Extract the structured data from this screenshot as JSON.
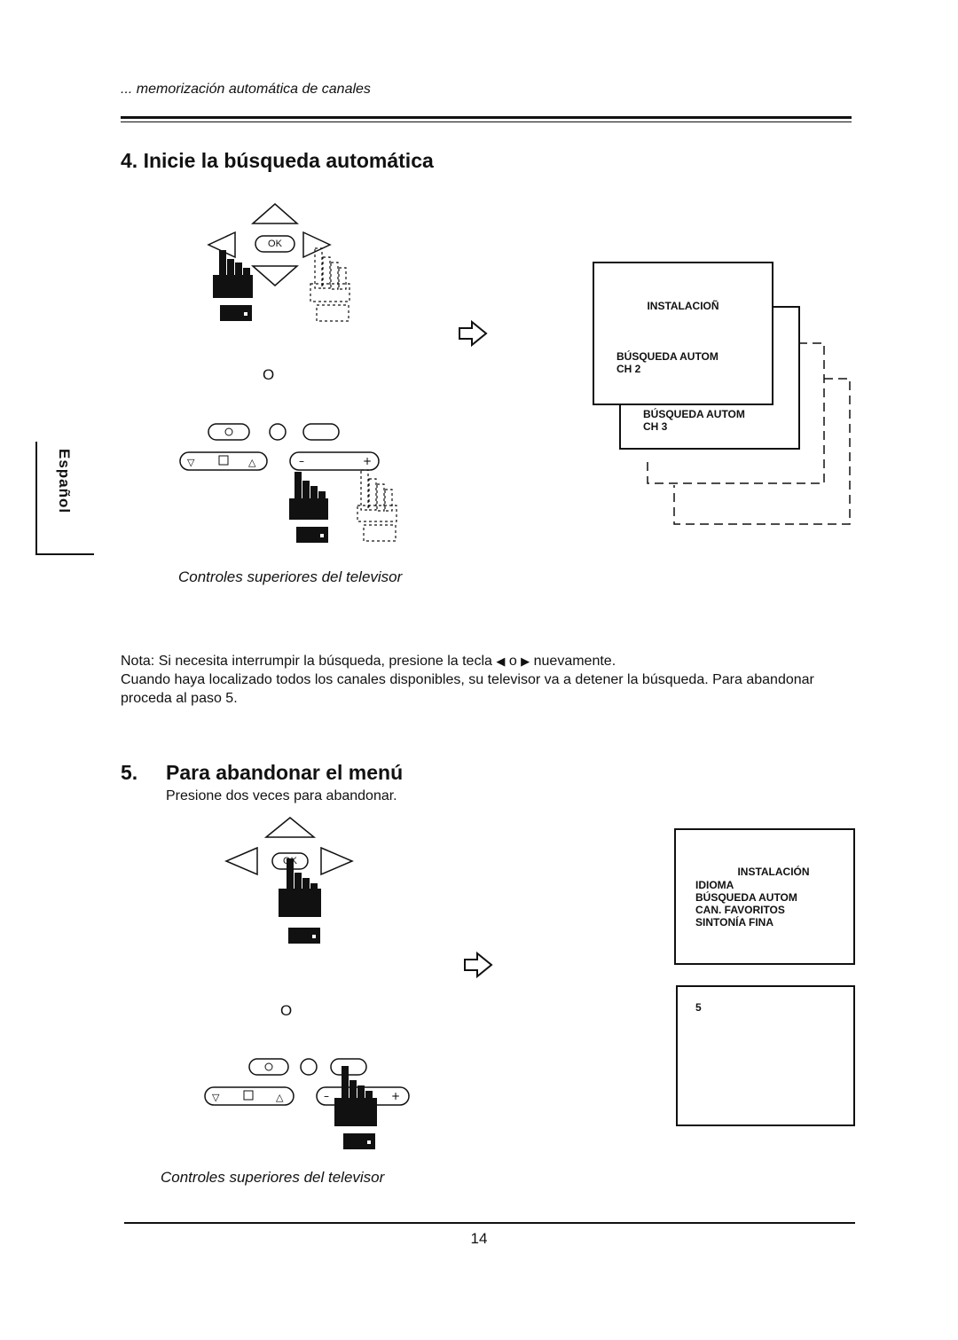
{
  "header": {
    "running_title": "... memorización automática de canales"
  },
  "side_tab": {
    "label": "Español"
  },
  "step4": {
    "title": "4. Inicie la búsqueda automática",
    "ok_label": "OK",
    "or_text": "O",
    "caption": "Controles superiores del televisor",
    "screen_front": {
      "title": "INSTALACIOÑ",
      "line1": "BÚSQUEDA AUTOM",
      "line2": "CH 2"
    },
    "screen_back": {
      "line1": "BÚSQUEDA AUTOM",
      "line2": "CH 3"
    }
  },
  "note": {
    "line1_prefix": "Nota: Si necesita interrumpir la búsqueda, presione la tecla",
    "line1_or": "o",
    "line1_suffix": "nuevamente.",
    "line2": "Cuando haya localizado todos los canales disponibles, su televisor va a detener la búsqueda.  Para abandonar proceda al paso 5."
  },
  "step5": {
    "number": "5.",
    "title": "Para abandonar el menú",
    "subtitle": "Presione dos veces para abandonar.",
    "ok_label": "OK",
    "or_text": "O",
    "caption": "Controles superiores del televisor",
    "menu_screen": {
      "title": "INSTALACIÓN",
      "items": [
        "IDIOMA",
        "BÚSQUEDA AUTOM",
        "CAN. FAVORITOS",
        "SINTONÍA FINA"
      ]
    },
    "blank_screen": {
      "text": "5"
    }
  },
  "footer": {
    "page_number": "14"
  }
}
